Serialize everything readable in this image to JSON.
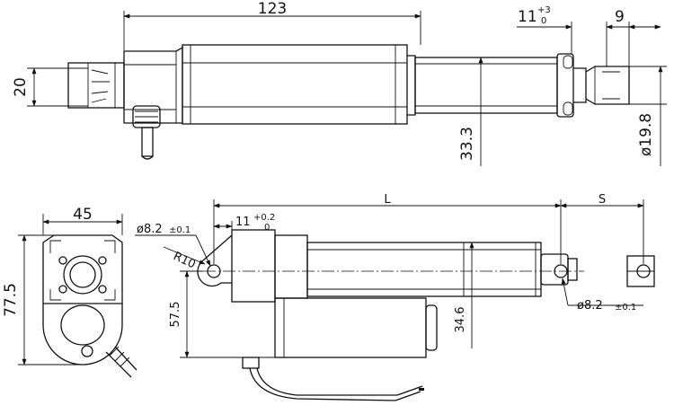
{
  "colors": {
    "ink": "#111111",
    "paper": "#ffffff"
  },
  "top_view": {
    "dim_length": "123",
    "dim_stroke_base": "11",
    "dim_stroke_tol_upper": "+3",
    "dim_stroke_tol_lower": "0",
    "dim_clevis_end": "9",
    "dim_motor_height": "20",
    "dim_tube_height": "33.3",
    "dim_rod_dia": "ø19.8"
  },
  "end_view": {
    "dim_width": "45",
    "dim_height": "77.5"
  },
  "side_view": {
    "dim_rear_hole": "ø8.2",
    "dim_rear_hole_tol": "±0.1",
    "dim_offset_base": "11",
    "dim_offset_tol_upper": "+0.2",
    "dim_offset_tol_lower": "0",
    "dim_radius": "R10",
    "dim_length_L": "L",
    "dim_stroke_S": "S",
    "dim_motor_drop": "57.5",
    "dim_tube_height": "34.6",
    "dim_front_hole": "ø8.2",
    "dim_front_hole_tol": "±0.1"
  }
}
